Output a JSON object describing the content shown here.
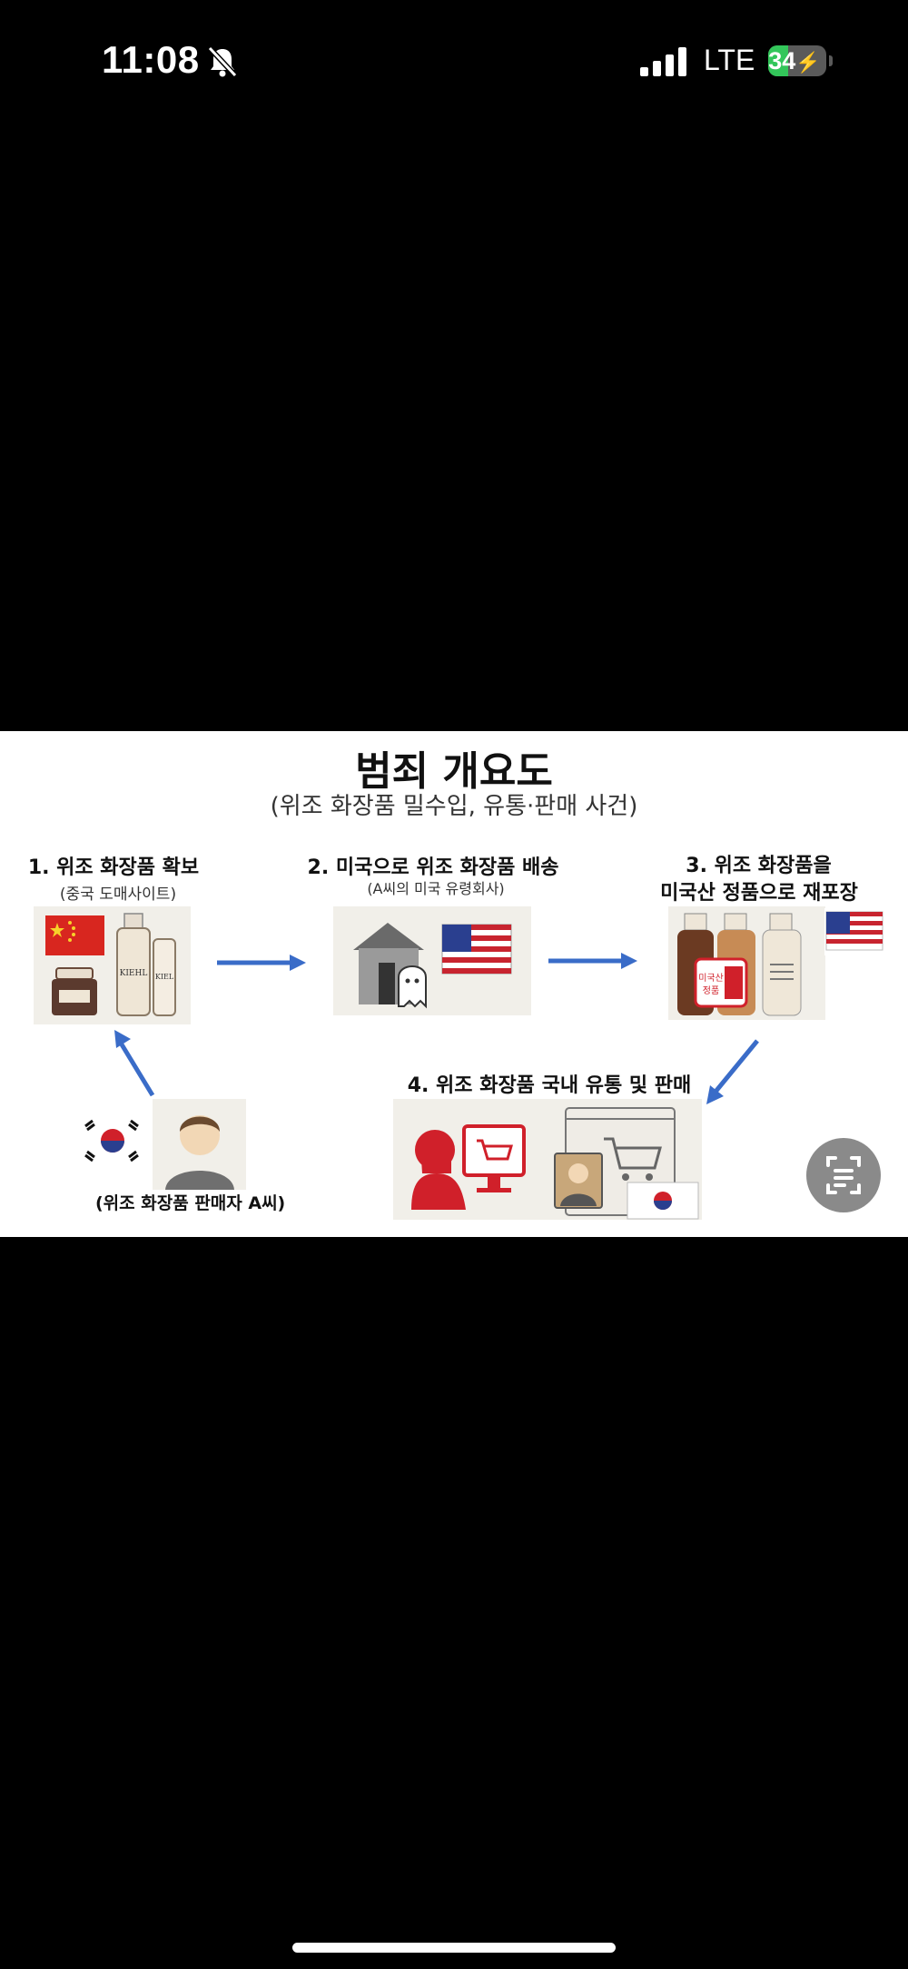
{
  "status_bar": {
    "time": "11:08",
    "network": "LTE",
    "battery_level": "34",
    "icons": [
      "bell-slash-icon",
      "cellular-signal-icon",
      "battery-charging-icon"
    ]
  },
  "diagram": {
    "title": "범죄 개요도",
    "subtitle": "(위조 화장품 밀수입, 유통·판매 사건)",
    "step1": {
      "label": "1. 위조 화장품 확보",
      "sub": "(중국 도매사이트)",
      "brand": "KIEHL",
      "brand2": "KIEL"
    },
    "step2": {
      "label": "2. 미국으로 위조 화장품 배송",
      "sub": "(A씨의 미국 유령회사)"
    },
    "step3": {
      "label_line1": "3. 위조 화장품을",
      "label_line2": "미국산 정품으로 재포장",
      "box_text1": "미국산",
      "box_text2": "정품"
    },
    "step4": {
      "label": "4. 위조 화장품 국내 유통 및 판매"
    },
    "seller": {
      "caption": "(위조 화장품 판매자 A씨)"
    }
  },
  "colors": {
    "arrow": "#3a6cc8",
    "accent_red": "#d0202a",
    "panel_bg": "#f1efe9"
  },
  "buttons": {
    "visual_lookup": "scan-text-icon"
  }
}
